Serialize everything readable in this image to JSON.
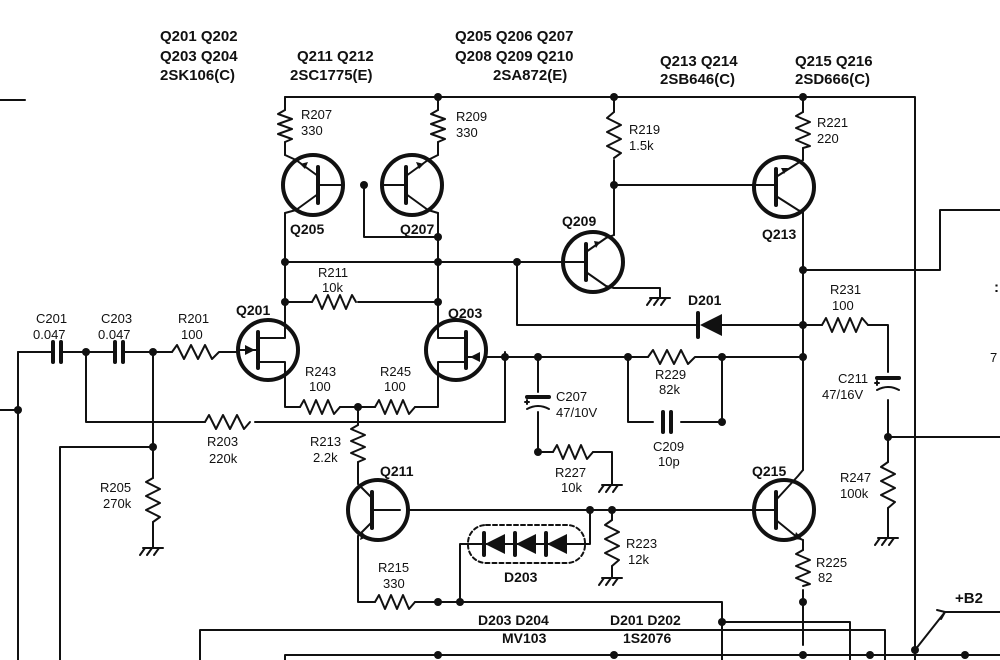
{
  "headers": {
    "g1_line1": "Q201  Q202",
    "g1_line2": "Q203  Q204",
    "g1_part": "2SK106(C)",
    "g2_line1": "Q211  Q212",
    "g2_part": "2SC1775(E)",
    "g3_line1": "Q205    Q206   Q207",
    "g3_line2": "Q208    Q209   Q210",
    "g3_part": "2SA872(E)",
    "g4_line1": "Q213  Q214",
    "g4_part": "2SB646(C)",
    "g5_line1": "Q215  Q216",
    "g5_part": "2SD666(C)"
  },
  "transistors": {
    "q205": "Q205",
    "q207": "Q207",
    "q209": "Q209",
    "q213": "Q213",
    "q201": "Q201",
    "q203": "Q203",
    "q211": "Q211",
    "q215": "Q215"
  },
  "resistors": {
    "r207": {
      "ref": "R207",
      "value": "330"
    },
    "r209": {
      "ref": "R209",
      "value": "330"
    },
    "r219": {
      "ref": "R219",
      "value": "1.5k"
    },
    "r221": {
      "ref": "R221",
      "value": "220"
    },
    "r211": {
      "ref": "R211",
      "value": "10k"
    },
    "r231": {
      "ref": "R231",
      "value": "100"
    },
    "r201": {
      "ref": "R201",
      "value": "100"
    },
    "r243": {
      "ref": "R243",
      "value": "100"
    },
    "r245": {
      "ref": "R245",
      "value": "100"
    },
    "r229": {
      "ref": "R229",
      "value": "82k"
    },
    "r203": {
      "ref": "R203",
      "value": "220k"
    },
    "r213": {
      "ref": "R213",
      "value": "2.2k"
    },
    "r227": {
      "ref": "R227",
      "value": "10k"
    },
    "r247": {
      "ref": "R247",
      "value": "100k"
    },
    "r205": {
      "ref": "R205",
      "value": "270k"
    },
    "r223": {
      "ref": "R223",
      "value": "12k"
    },
    "r225": {
      "ref": "R225",
      "value": "82"
    },
    "r215": {
      "ref": "R215",
      "value": "330"
    }
  },
  "capacitors": {
    "c201": {
      "ref": "C201",
      "value": "0.047"
    },
    "c203": {
      "ref": "C203",
      "value": "0.047"
    },
    "c207": {
      "ref": "C207",
      "value": "47/10V"
    },
    "c209": {
      "ref": "C209",
      "value": "10p"
    },
    "c211": {
      "ref": "C211",
      "value": "47/16V"
    }
  },
  "diodes": {
    "d201": "D201",
    "d203": "D203"
  },
  "footer": {
    "d203_d204": "D203   D204",
    "mv103": "MV103",
    "d201_d202": "D201   D202",
    "s2076": "1S2076"
  },
  "supply": {
    "b2": "+B2"
  },
  "edge_marks": {
    "colon": ":",
    "seven": "7"
  }
}
